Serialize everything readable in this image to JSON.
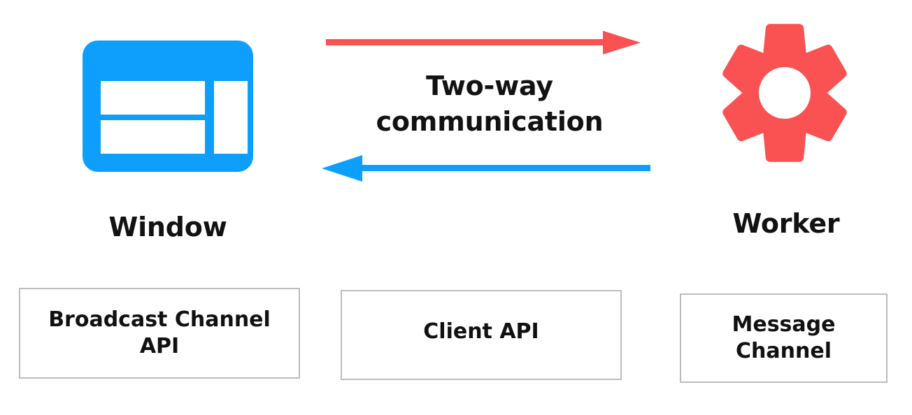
{
  "diagram": {
    "title_implicit": "Two-way communication between Window and Worker",
    "colors": {
      "blue": "#0d9ffb",
      "red": "#fa5252",
      "text": "#121212",
      "box_border": "#bdbdbd",
      "background": "#ffffff"
    }
  },
  "nodes": [
    {
      "id": "window",
      "label": "Window",
      "icon": "browser-window-icon",
      "icon_color": "#0d9ffb"
    },
    {
      "id": "worker",
      "label": "Worker",
      "icon": "gear-icon",
      "icon_color": "#fa5252"
    }
  ],
  "connection": {
    "caption_line1": "Two-way",
    "caption_line2": "communication",
    "arrows": [
      {
        "id": "window-to-worker",
        "direction": "right",
        "color": "#fa5252",
        "name": "arrow-right-red"
      },
      {
        "id": "worker-to-window",
        "direction": "left",
        "color": "#0d9ffb",
        "name": "arrow-left-blue"
      }
    ]
  },
  "api_boxes": [
    {
      "id": "broadcast-channel-api",
      "line1": "Broadcast Channel",
      "line2": "API"
    },
    {
      "id": "client-api",
      "line1": "Client API",
      "line2": ""
    },
    {
      "id": "message-channel",
      "line1": "Message",
      "line2": "Channel"
    }
  ]
}
